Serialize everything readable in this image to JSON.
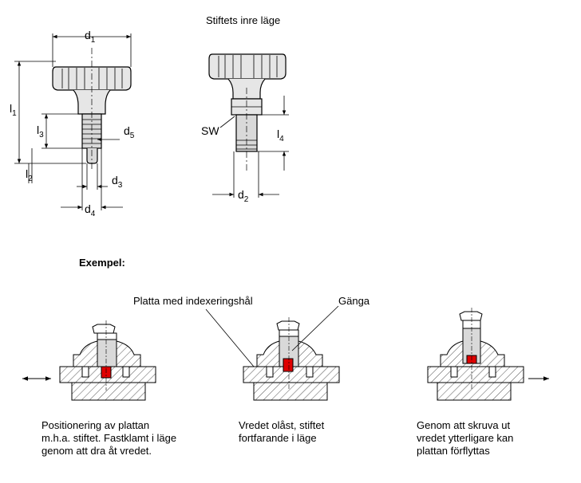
{
  "top": {
    "view_title": "Stiftets inre läge",
    "dims": {
      "d1": {
        "base": "d",
        "sub": "1"
      },
      "d2": {
        "base": "d",
        "sub": "2"
      },
      "d3": {
        "base": "d",
        "sub": "3"
      },
      "d4": {
        "base": "d",
        "sub": "4"
      },
      "d5": {
        "base": "d",
        "sub": "5"
      },
      "l1": {
        "base": "l",
        "sub": "1"
      },
      "l2": {
        "base": "l",
        "sub": "2"
      },
      "l3": {
        "base": "l",
        "sub": "3"
      },
      "l4": {
        "base": "l",
        "sub": "4"
      },
      "sw": "SW"
    }
  },
  "example": {
    "heading": "Exempel:",
    "callout_plate": "Platta med indexeringshål",
    "callout_thread": "Gänga",
    "captions": [
      [
        "Positionering av plattan",
        "m.h.a. stiftet. Fastklamt i läge",
        "genom att dra åt vredet."
      ],
      [
        "Vredet olåst, stiftet",
        "fortfarande i läge"
      ],
      [
        "Genom att skruva ut",
        "vredet ytterligare kan",
        "plattan förflyttas"
      ]
    ]
  },
  "colors": {
    "line": "#000000",
    "knob_fill": "#e6e6e6",
    "pin_fill": "#d9d9d9",
    "pin_red": "#e00000",
    "hatch": "#555555"
  }
}
